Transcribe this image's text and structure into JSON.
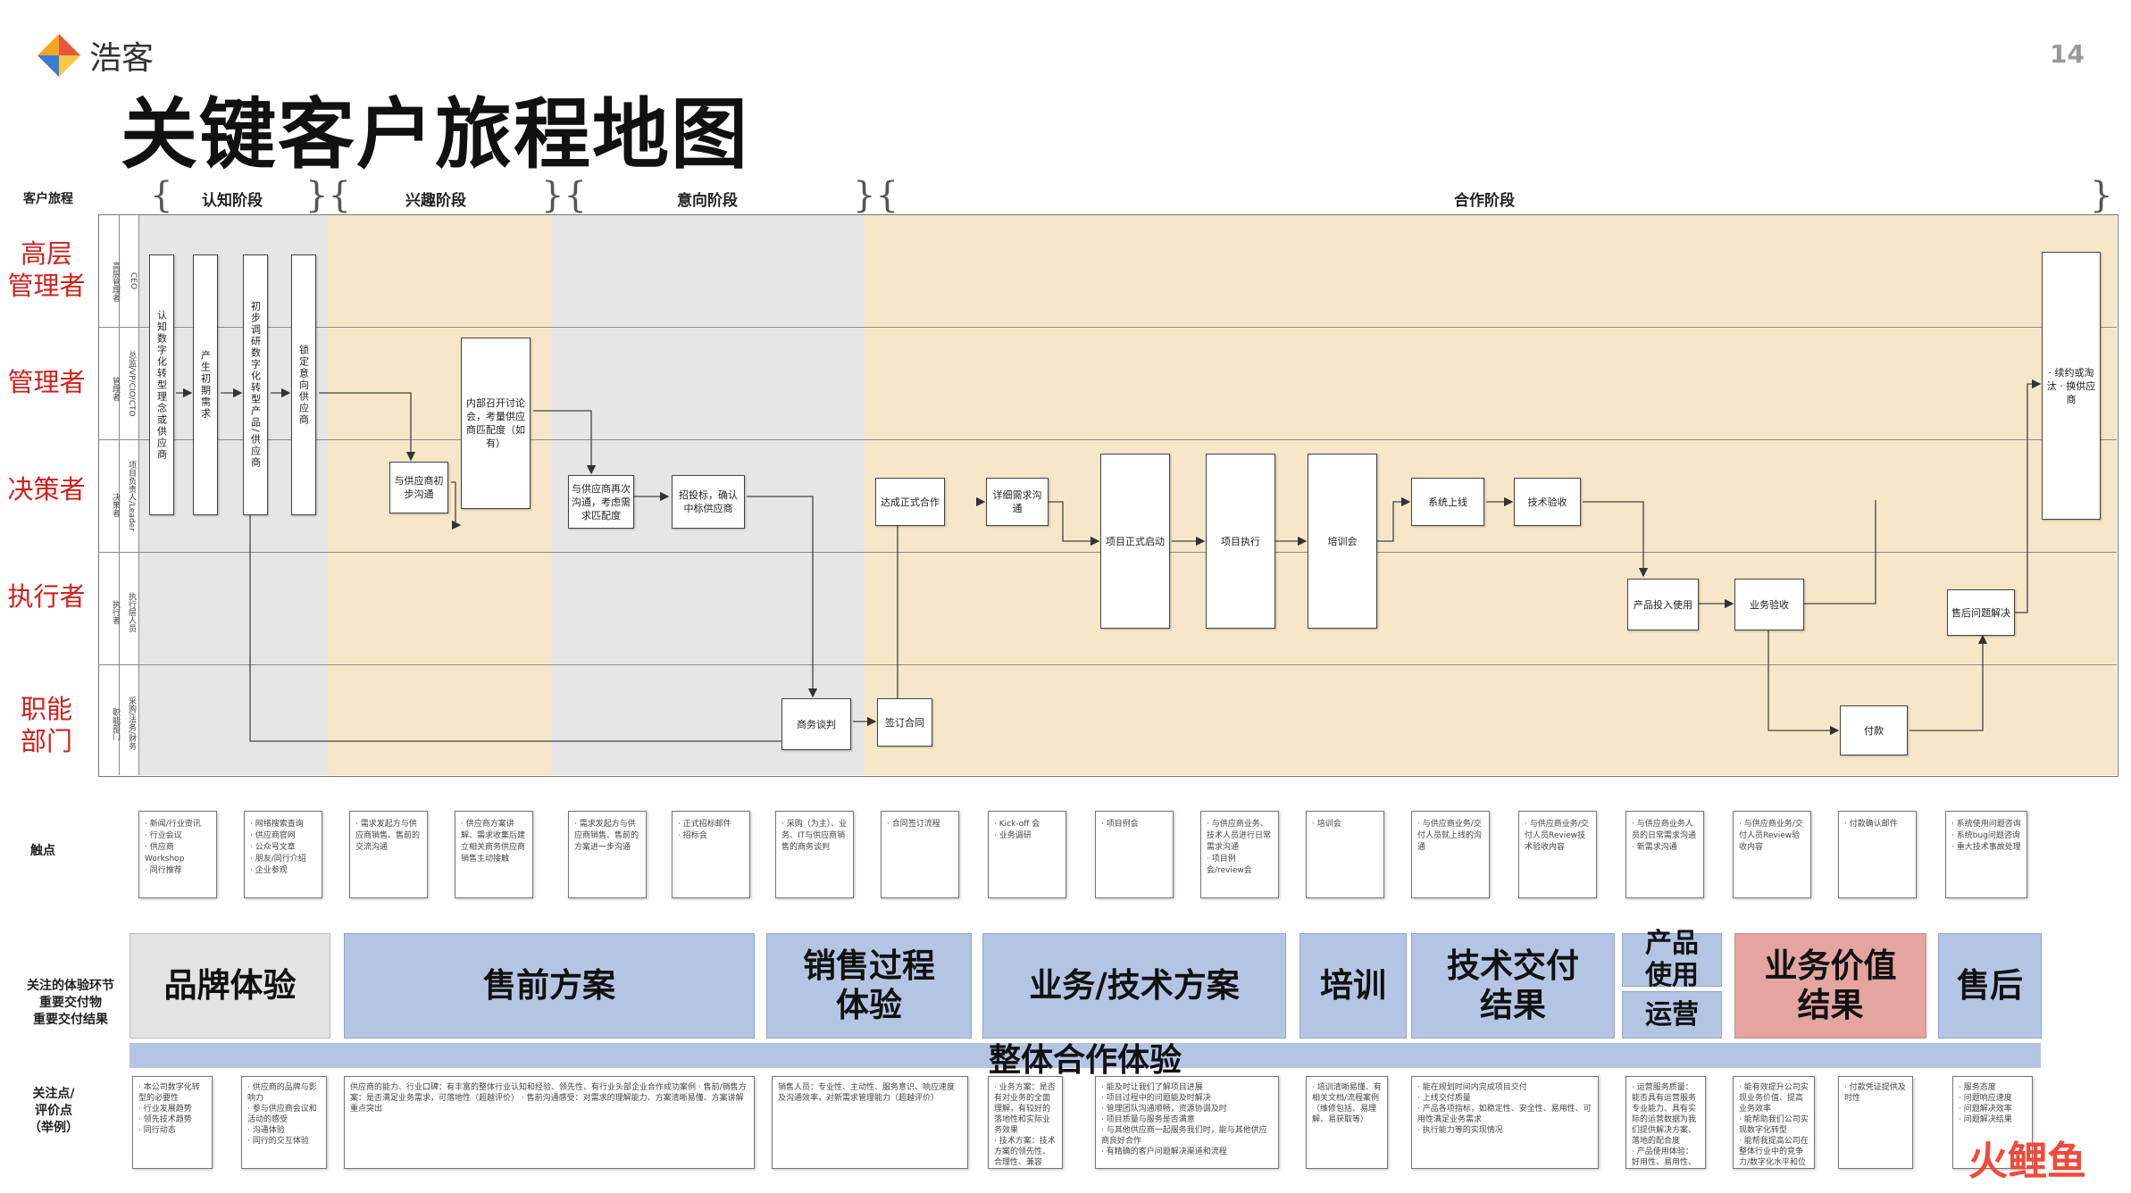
{
  "header": {
    "brand": "浩客",
    "title": "关键客户旅程地图",
    "page_number": "14"
  },
  "journey": {
    "row_label": "客户旅程",
    "stages": [
      "认知阶段",
      "兴趣阶段",
      "意向阶段",
      "合作阶段"
    ],
    "roles": [
      "高层\n管理者",
      "管理者",
      "决策者",
      "执行者",
      "职能\n部门"
    ],
    "subroles": [
      "高层管理者",
      "管理者",
      "决策者",
      "执行者",
      "职能部门"
    ],
    "subroles2": [
      "CEO",
      "总监/VP/CIO/CTO",
      "项目负责人/Leader",
      "执行层人员",
      "采购/法务/财务"
    ],
    "nodes": {
      "n1": "认知数字化转型理念或供应商",
      "n2": "产生初期需求",
      "n3": "初步调研数字化转型产品/供应商",
      "n4": "锁定意向供应商",
      "n5": "与供应商初步沟通",
      "n6": "内部召开讨论会，考量供应商匹配度（如有）",
      "n7": "与供应商再次沟通，考虑需求匹配度",
      "n8": "招投标，确认中标供应商",
      "n9": "商务谈判",
      "n10": "签订合同",
      "n11": "达成正式合作",
      "n12": "详细需求沟通",
      "n13": "项目正式启动",
      "n14": "项目执行",
      "n15": "培训会",
      "n16": "系统上线",
      "n17": "技术验收",
      "n18": "产品投入使用",
      "n19": "业务验收",
      "n20": "付款",
      "n21": "售后问题解决",
      "n22": "· 续约或淘汰 · 换供应商"
    }
  },
  "touchpoints": {
    "label": "触点",
    "items": [
      "· 新闻/行业资讯\n· 行业会议\n· 供应商Workshop\n· 同行推荐",
      "· 网络搜索查询\n· 供应商官网\n· 公众号文章\n· 朋友/同行介绍\n· 企业参观",
      "· 需求发起方与供应商销售、售前的交流沟通",
      "· 供应商方案讲解、需求收集后建立相关商务供应商销售主动接触",
      "· 需求发起方与供应商销售、售前的方案进一步沟通",
      "· 正式招标邮件\n· 招标会",
      "· 采购（为主）、业务、IT与供应商销售的商务谈判",
      "· 合同签订流程",
      "· Kick-off 会\n· 业务调研",
      "· 项目例会",
      "· 与供应商业务、技术人员进行日常需求沟通\n· 项目例会/review会",
      "· 培训会",
      "· 与供应商业务/交付人员就上线的沟通",
      "· 与供应商业务/交付人员Review技术验收内容",
      "· 与供应商业务人员的日常需求沟通\n· 新需求沟通",
      "· 与供应商业务/交付人员Review验收内容",
      "· 付款确认邮件",
      "· 系统使用问题咨询\n· 系统bug问题咨询\n· 重大技术事故处理"
    ]
  },
  "experience": {
    "label": "关注的体验环节\n重要交付物\n重要交付结果",
    "items": [
      "品牌体验",
      "售前方案",
      "销售过程\n体验",
      "业务/技术方案",
      "培训",
      "技术交付\n结果",
      "产品\n使用",
      "运营",
      "业务价值\n结果",
      "售后"
    ],
    "overall": "整体合作体验",
    "highlight_color": "#e4a5a0",
    "base_color": "#b4c5e4"
  },
  "focus": {
    "label": "关注点/\n评价点\n（举例）",
    "items": [
      "· 本公司数字化转型的必要性\n· 行业发展趋势\n· 领先技术趋势\n· 同行动态",
      "· 供应商的品牌与影响力\n· 参与供应商会议和活动的感受\n· 沟通体验\n· 同行的交互体验",
      "供应商的能力、行业口碑：有丰富的整体行业认知和经验、领先性、有行业头部企业合作成功案例 · 售前/销售方案：是否满足业务需求，可落地性（超越评价） · 售前沟通感受：对需求的理解能力、方案清晰易懂、方案讲解重点突出",
      "销售人员：专业性、主动性、服务意识、响应速度及沟通效率，对新需求管理能力（超越评价）",
      "· 业务方案：是否有对业务的全面理解，有较好的落地性和实际业务效果\n· 技术方案：技术方案的领先性、合理性、兼容性、稳定性、安全性",
      "· 能及时让我们了解项目进展\n· 项目过程中的问题能及时解决\n· 管理团队沟通顺畅，资源协调及时\n· 项目质量与服务是否满意\n· 与其他供应商一起服务我们时，能与其他供应商良好合作\n· 有精确的客户问题解决渠道和流程",
      "· 培训清晰易懂、有相关文档/流程案例（维修包括、易理解、易获取等）",
      "· 能在规划时间内完成项目交付\n· 上线交付质量\n· 产品各项指标，如稳定性、安全性、易用性、可用性满足业务需求\n· 执行能力等的实现情况",
      "· 运营服务质量：能否具有运营服务专业能力、具有实际的运营数据为我们提供解决方案、落地的配合度\n· 产品使用体验：好用性、易用性、功能丰富度",
      "· 能有效提升公司实现业务价值、提高业务效率\n· 能帮助我们公司实现数字化转型\n· 能帮我提高公司在整体行业中的竞争力/数字化水平和位置",
      "· 付款凭证提供及时性",
      "· 服务态度\n· 问题响应速度\n· 问题解决效率\n· 问题解决结果"
    ]
  },
  "watermark": "火鲤鱼"
}
